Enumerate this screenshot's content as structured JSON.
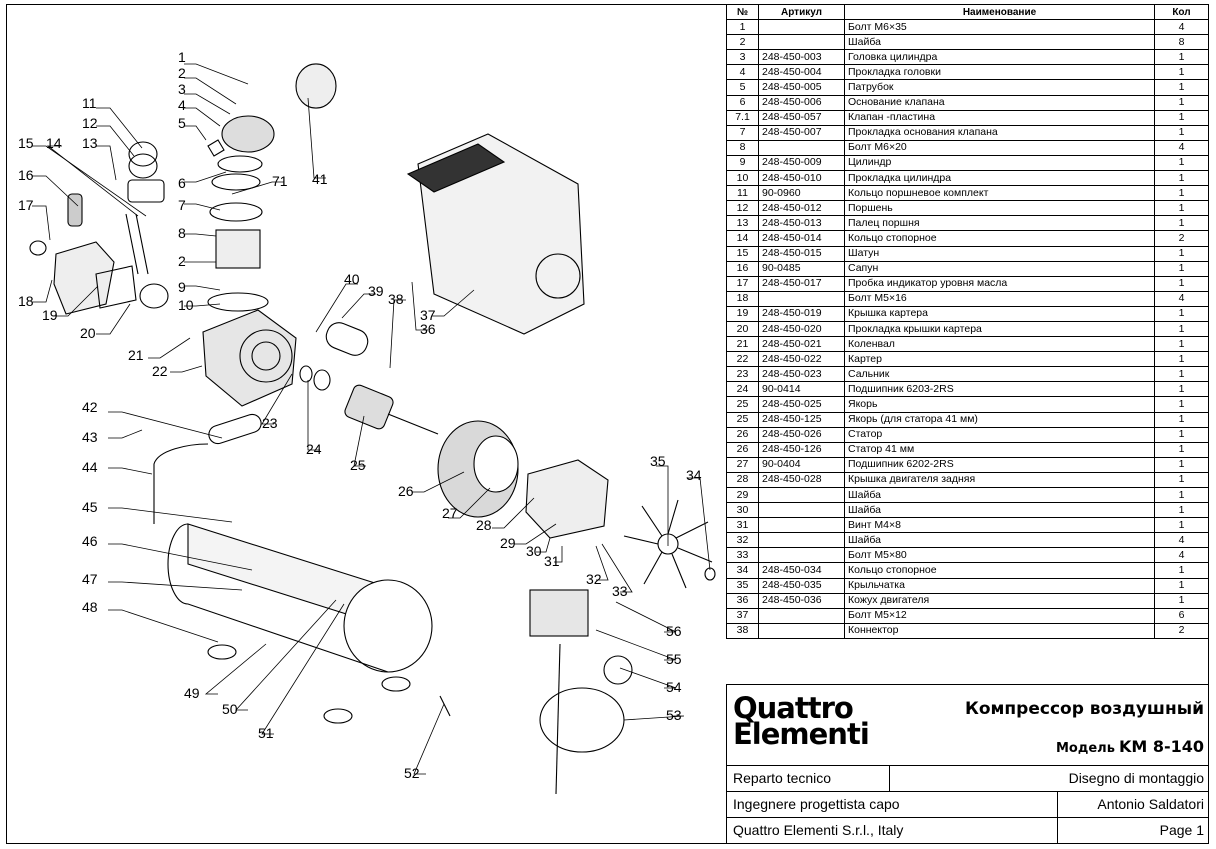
{
  "table": {
    "headers": [
      "№",
      "Артикул",
      "Наименование",
      "Кол"
    ],
    "rows": [
      [
        "1",
        "",
        "Болт М6×35",
        "4"
      ],
      [
        "2",
        "",
        "Шайба",
        "8"
      ],
      [
        "3",
        "248-450-003",
        "Головка цилиндра",
        "1"
      ],
      [
        "4",
        "248-450-004",
        "Прокладка головки",
        "1"
      ],
      [
        "5",
        "248-450-005",
        "Патрубок",
        "1"
      ],
      [
        "6",
        "248-450-006",
        "Основание клапана",
        "1"
      ],
      [
        "7.1",
        "248-450-057",
        "Клапан -пластина",
        "1"
      ],
      [
        "7",
        "248-450-007",
        "Прокладка основания клапана",
        "1"
      ],
      [
        "8",
        "",
        "Болт М6×20",
        "4"
      ],
      [
        "9",
        "248-450-009",
        "Цилиндр",
        "1"
      ],
      [
        "10",
        "248-450-010",
        "Прокладка цилиндра",
        "1"
      ],
      [
        "11",
        "90-0960",
        "Кольцо поршневое комплект",
        "1"
      ],
      [
        "12",
        "248-450-012",
        "Поршень",
        "1"
      ],
      [
        "13",
        "248-450-013",
        "Палец поршня",
        "1"
      ],
      [
        "14",
        "248-450-014",
        "Кольцо стопорное",
        "2"
      ],
      [
        "15",
        "248-450-015",
        "Шатун",
        "1"
      ],
      [
        "16",
        "90-0485",
        "Сапун",
        "1"
      ],
      [
        "17",
        "248-450-017",
        "Пробка индикатор уровня масла",
        "1"
      ],
      [
        "18",
        "",
        "Болт М5×16",
        "4"
      ],
      [
        "19",
        "248-450-019",
        "Крышка картера",
        "1"
      ],
      [
        "20",
        "248-450-020",
        "Прокладка крышки картера",
        "1"
      ],
      [
        "21",
        "248-450-021",
        "Коленвал",
        "1"
      ],
      [
        "22",
        "248-450-022",
        "Картер",
        "1"
      ],
      [
        "23",
        "248-450-023",
        "Сальник",
        "1"
      ],
      [
        "24",
        "90-0414",
        "Подшипник 6203-2RS",
        "1"
      ],
      [
        "25",
        "248-450-025",
        "Якорь",
        "1"
      ],
      [
        "25",
        "248-450-125",
        "Якорь (для статора 41 мм)",
        "1"
      ],
      [
        "26",
        "248-450-026",
        "Статор",
        "1"
      ],
      [
        "26",
        "248-450-126",
        "Статор 41 мм",
        "1"
      ],
      [
        "27",
        "90-0404",
        "Подшипник 6202-2RS",
        "1"
      ],
      [
        "28",
        "248-450-028",
        "Крышка двигателя задняя",
        "1"
      ],
      [
        "29",
        "",
        "Шайба",
        "1"
      ],
      [
        "30",
        "",
        "Шайба",
        "1"
      ],
      [
        "31",
        "",
        "Винт М4×8",
        "1"
      ],
      [
        "32",
        "",
        "Шайба",
        "4"
      ],
      [
        "33",
        "",
        "Болт М5×80",
        "4"
      ],
      [
        "34",
        "248-450-034",
        "Кольцо стопорное",
        "1"
      ],
      [
        "35",
        "248-450-035",
        "Крыльчатка",
        "1"
      ],
      [
        "36",
        "248-450-036",
        "Кожух двигателя",
        "1"
      ],
      [
        "37",
        "",
        "Болт М5×12",
        "6"
      ],
      [
        "38",
        "",
        "Коннектор",
        "2"
      ]
    ]
  },
  "title_block": {
    "brand_line1": "Quattro",
    "brand_line2": "Elementi",
    "doc_title": "Компрессор воздушный",
    "model_label": "Модель",
    "model_value": "KM 8-140",
    "dept": "Reparto tecnico",
    "drawing_type": "Disegno di montaggio",
    "engineer_label": "Ingegnere progettista capo",
    "engineer_name": "Antonio Saldatori",
    "company": "Quattro Elementi S.r.l., Italy",
    "page": "Page 1"
  },
  "callouts": [
    "1",
    "2",
    "3",
    "4",
    "5",
    "6",
    "71",
    "7",
    "8",
    "2",
    "9",
    "10",
    "11",
    "12",
    "13",
    "14",
    "15",
    "16",
    "17",
    "18",
    "19",
    "20",
    "21",
    "22",
    "23",
    "24",
    "25",
    "26",
    "27",
    "28",
    "29",
    "30",
    "31",
    "32",
    "33",
    "34",
    "35",
    "36",
    "37",
    "38",
    "39",
    "40",
    "41",
    "42",
    "43",
    "44",
    "45",
    "46",
    "47",
    "48",
    "49",
    "50",
    "51",
    "52",
    "53",
    "54",
    "55",
    "56"
  ]
}
